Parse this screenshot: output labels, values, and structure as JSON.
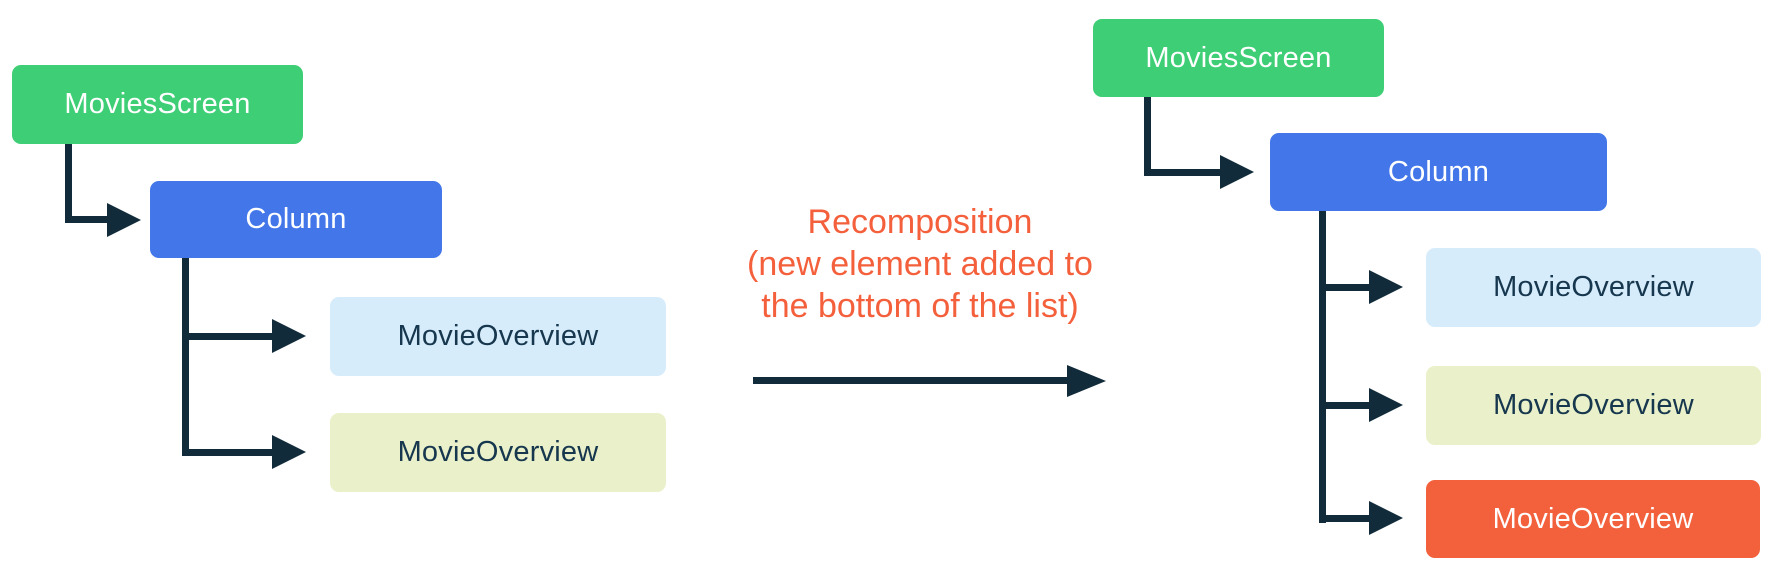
{
  "colors": {
    "green": "#3ECE76",
    "blue": "#4377E9",
    "light_blue": "#D7ECFB",
    "light_green": "#EAF1CA",
    "orange": "#F2603C",
    "connector": "#112B3B",
    "dark_text": "#16374E",
    "white_text": "#FFFFFF",
    "annotation": "#F4603C"
  },
  "annotation": {
    "line1": "Recomposition",
    "line2": "(new element added to",
    "line3": "the bottom of the list)"
  },
  "left_tree": {
    "movies_screen": "MoviesScreen",
    "column": "Column",
    "movie_overview_1": "MovieOverview",
    "movie_overview_2": "MovieOverview"
  },
  "right_tree": {
    "movies_screen": "MoviesScreen",
    "column": "Column",
    "movie_overview_1": "MovieOverview",
    "movie_overview_2": "MovieOverview",
    "movie_overview_3": "MovieOverview"
  }
}
